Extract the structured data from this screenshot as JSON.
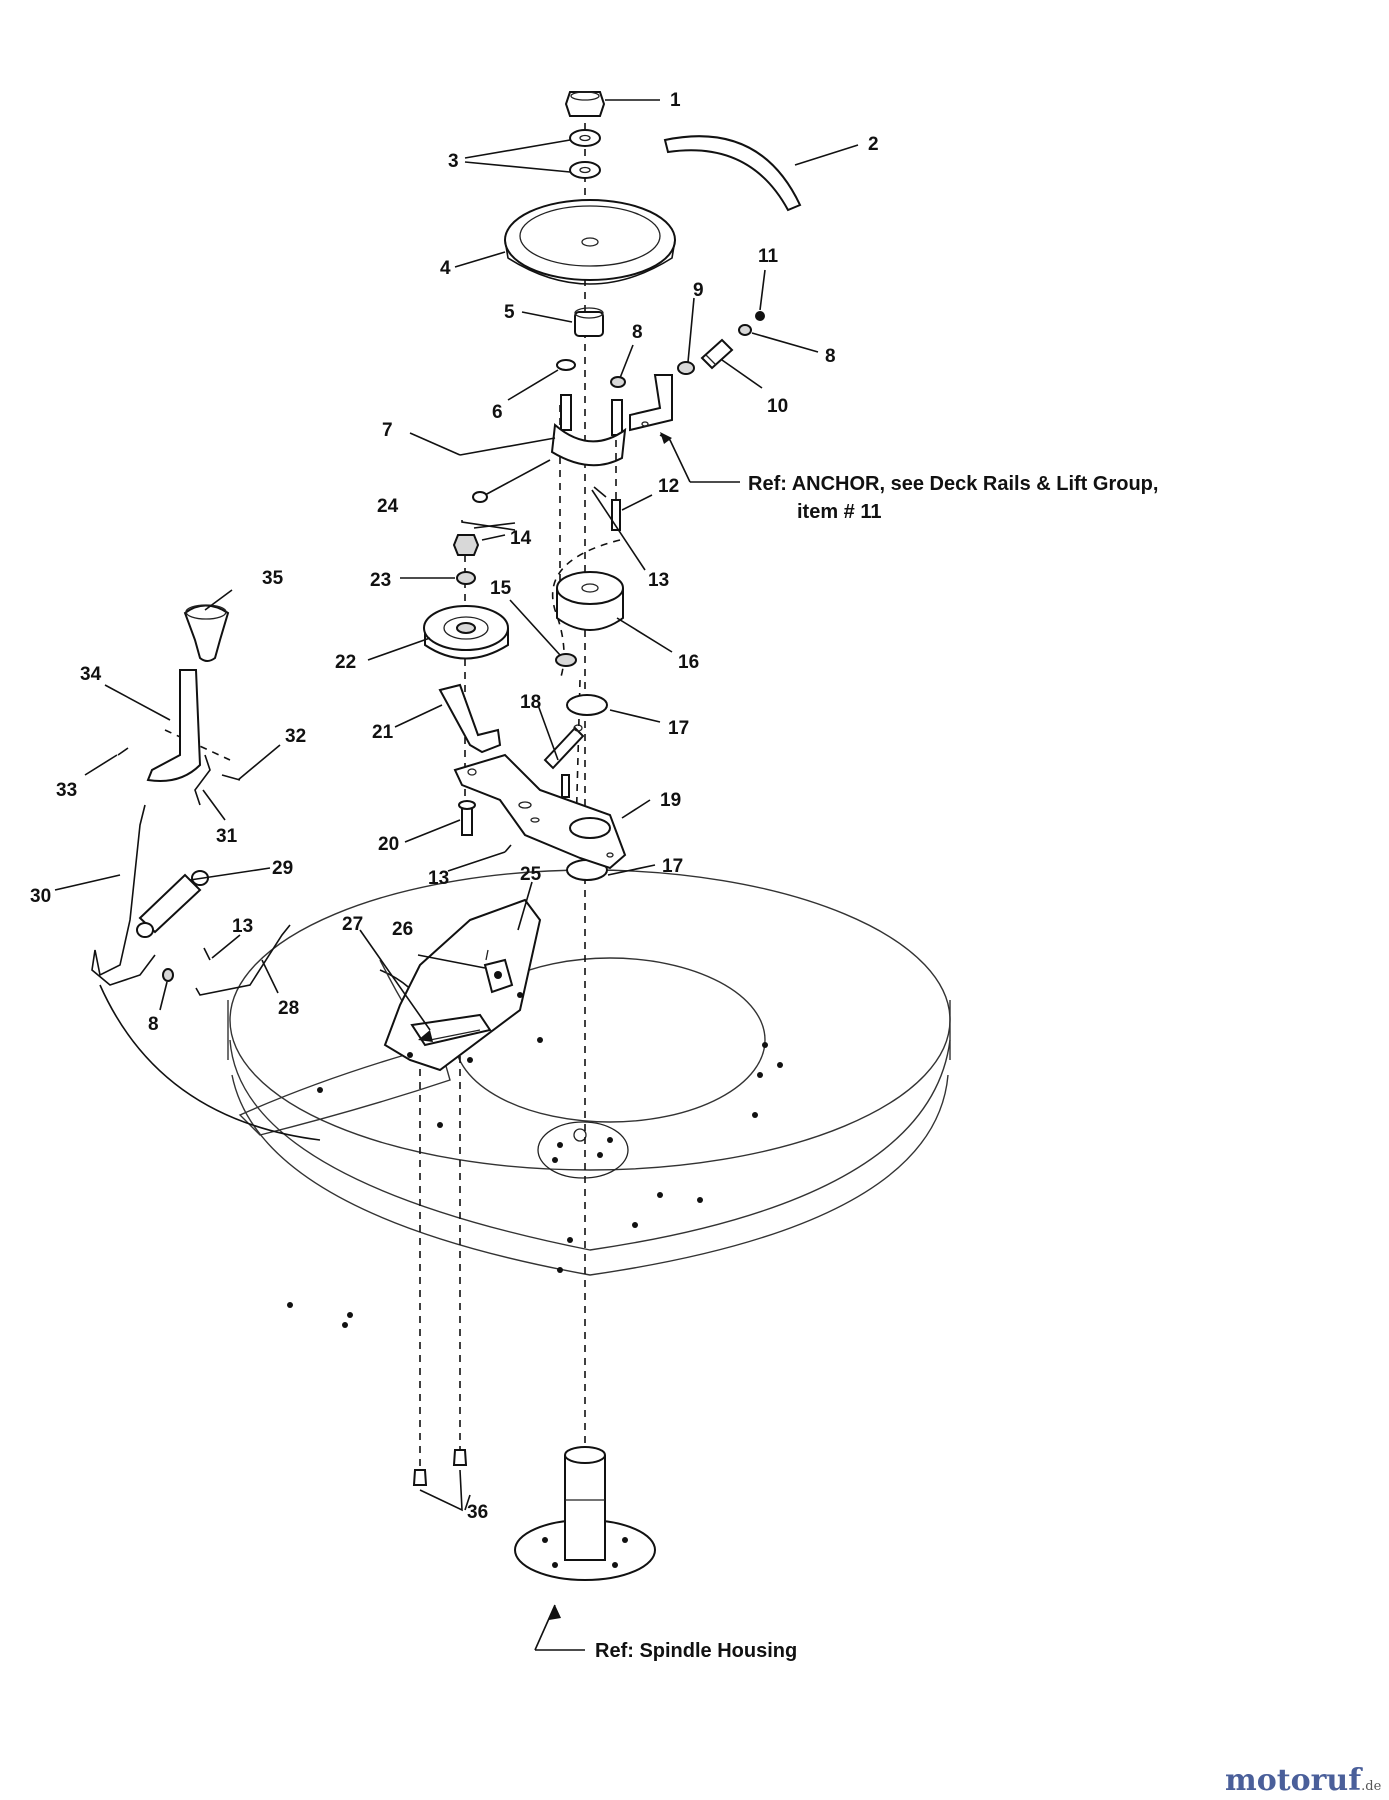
{
  "diagram": {
    "part_numbers": [
      "1",
      "2",
      "3",
      "4",
      "5",
      "6",
      "7",
      "8",
      "8",
      "8",
      "9",
      "10",
      "11",
      "12",
      "13",
      "13",
      "13",
      "14",
      "15",
      "16",
      "17",
      "17",
      "18",
      "19",
      "20",
      "21",
      "22",
      "23",
      "24",
      "25",
      "26",
      "27",
      "28",
      "29",
      "30",
      "31",
      "32",
      "33",
      "34",
      "35",
      "36"
    ],
    "ref_anchor_line1": "Ref: ANCHOR, see Deck Rails & Lift Group,",
    "ref_anchor_line2": "item # 11",
    "ref_spindle": "Ref: Spindle Housing"
  },
  "watermark": {
    "brand_main": "motoruf",
    "brand_tld": ".de"
  },
  "colors": {
    "line": "#111111",
    "watermark_blue": "#4a5f9a",
    "watermark_orange": "#c28a2a"
  }
}
